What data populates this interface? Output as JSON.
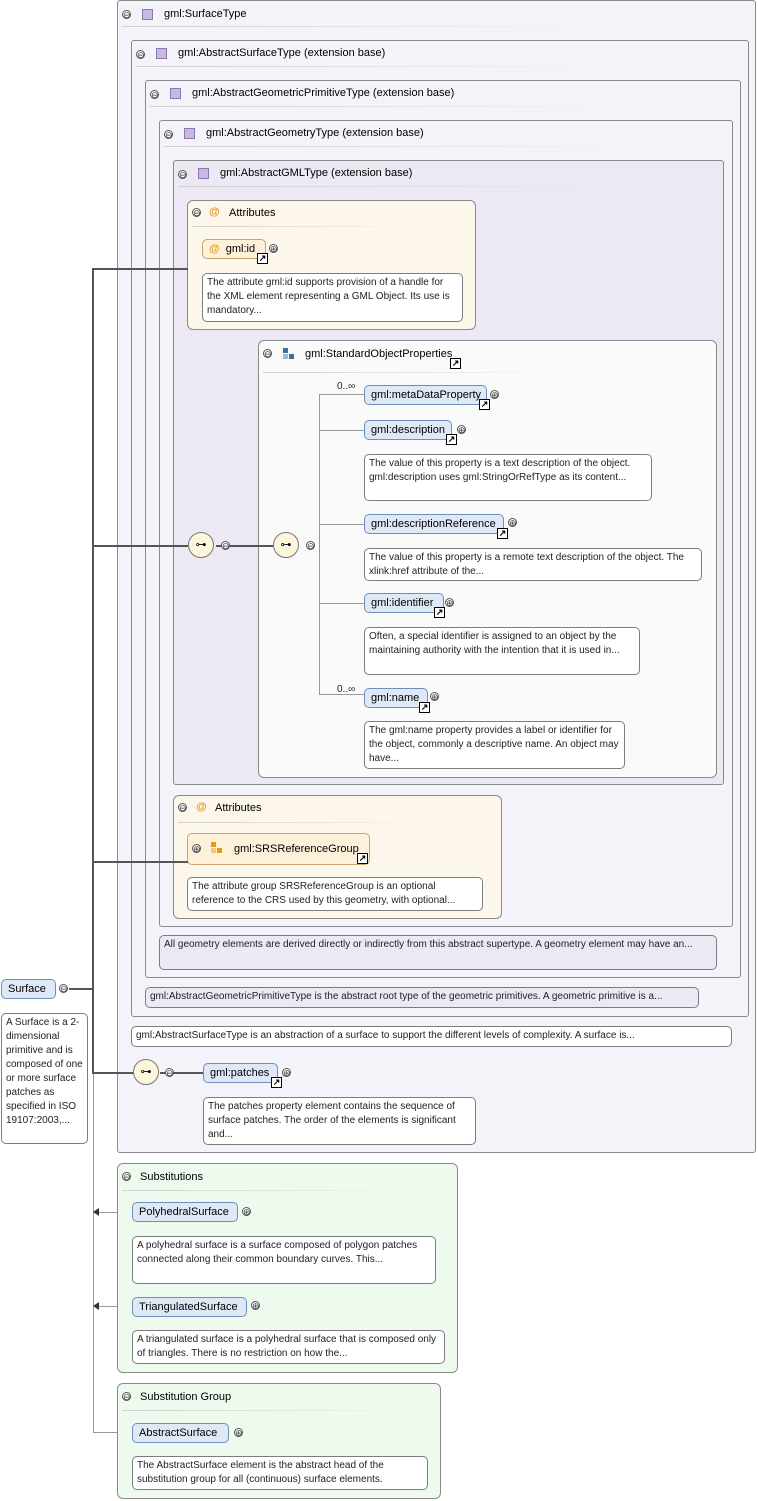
{
  "surface_type": {
    "header": "gml:SurfaceType",
    "abstract_surface_type": "gml:AbstractSurfaceType (extension base)",
    "abstract_geometric_primitive_type": "gml:AbstractGeometricPrimitiveType (extension base)",
    "abstract_geometry_type": "gml:AbstractGeometryType (extension base)",
    "abstract_gml_type": "gml:AbstractGMLType (extension base)"
  },
  "gml_attributes": {
    "header": "Attributes",
    "id_label": "gml:id",
    "id_doc": "The attribute gml:id supports provision of a handle for the XML element representing a GML Object. Its use is mandatory..."
  },
  "standard_object_properties": {
    "header": "gml:StandardObjectProperties",
    "items": [
      {
        "label": "gml:metaDataProperty",
        "card": "0..∞",
        "doc": ""
      },
      {
        "label": "gml:description",
        "card": "",
        "doc": "The value of this property is a text description of the object. gml:description uses gml:StringOrRefType as its content..."
      },
      {
        "label": "gml:descriptionReference",
        "card": "",
        "doc": "The value of this property is a remote text description of the object. The xlink:href attribute of the..."
      },
      {
        "label": "gml:identifier",
        "card": "",
        "doc": "Often, a special identifier is assigned to an object by the maintaining authority with the intention that it is used in..."
      },
      {
        "label": "gml:name",
        "card": "0..∞",
        "doc": "The gml:name property provides a label or identifier for the object, commonly a descriptive name. An object may have..."
      }
    ]
  },
  "geometry_attributes": {
    "header": "Attributes",
    "group_label": "gml:SRSReferenceGroup",
    "group_doc": "The attribute group SRSReferenceGroup is an optional reference to the CRS used by this geometry, with optional..."
  },
  "notes": {
    "abstract_geometry": "All geometry elements are derived directly or indirectly from this abstract supertype. A geometry element may have an...",
    "abstract_geometric_primitive": "gml:AbstractGeometricPrimitiveType is the abstract root type of the geometric primitives. A geometric primitive is a...",
    "abstract_surface": "gml:AbstractSurfaceType is an abstraction of a surface to support the different levels of complexity. A surface is..."
  },
  "surface": {
    "label": "Surface",
    "doc": "A Surface is a 2-dimensional primitive and is composed of one or more surface patches as specified in ISO 19107:2003,..."
  },
  "patches": {
    "label": "gml:patches",
    "doc": "The patches property element contains the sequence of surface patches. The order of the elements is significant and..."
  },
  "substitutions": {
    "header": "Substitutions",
    "items": [
      {
        "label": "PolyhedralSurface",
        "doc": "A polyhedral surface is a surface composed of polygon patches connected along their common boundary curves. This..."
      },
      {
        "label": "TriangulatedSurface",
        "doc": "A triangulated surface is a polyhedral surface that is composed only of triangles. There is no restriction on how the..."
      }
    ]
  },
  "substitution_group": {
    "header": "Substitution Group",
    "label": "AbstractSurface",
    "doc": "The AbstractSurface element is the abstract head of the substitution group for all (continuous) surface elements."
  },
  "symbols": {
    "collapse": "⊖",
    "expand": "⊕",
    "at": "@",
    "link": "↗",
    "sequence": "⊶"
  }
}
